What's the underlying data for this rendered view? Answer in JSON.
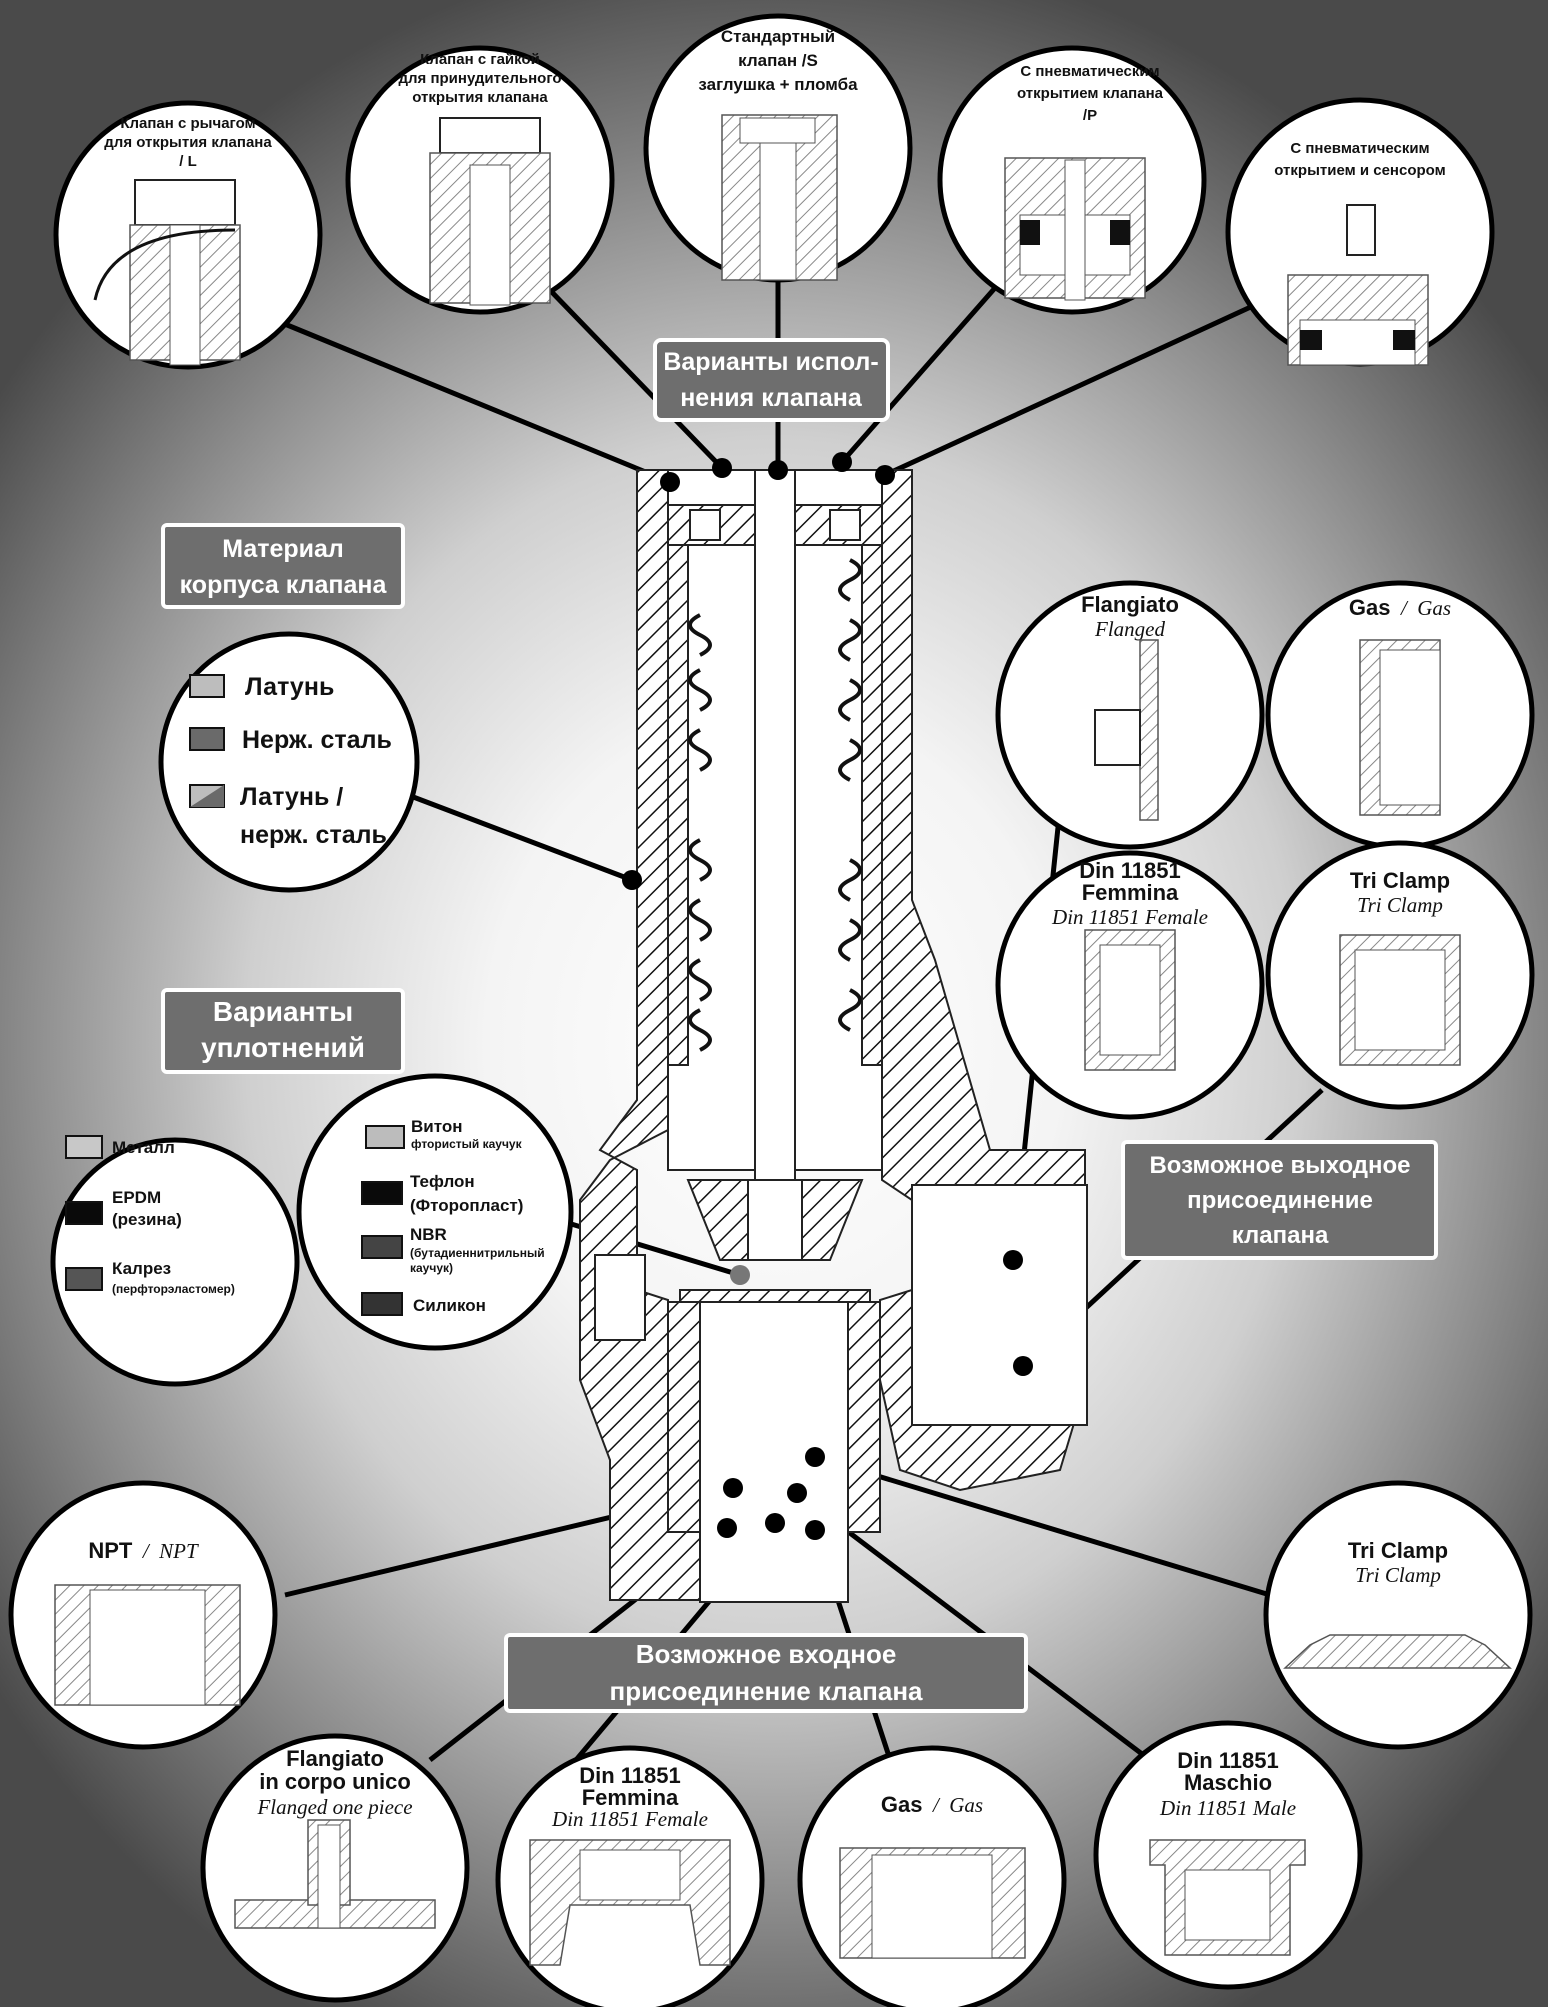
{
  "top_variants": {
    "title": "Варианты испол-\nнения клапана",
    "items": [
      {
        "title": "Клапан с рычагом\nдля открытия клапана\n/ L"
      },
      {
        "title": "Клапан с гайкой\nдля принудительного\nоткрытия клапана"
      },
      {
        "title": "Стандартный\nклапан  /S\nзаглушка + пломба"
      },
      {
        "title": "С пневматическим\nоткрытием клапана\n/P"
      },
      {
        "title": "С пневматическим\nоткрытием и сенсором"
      }
    ]
  },
  "body_material": {
    "title": "Материал\nкорпуса клапана",
    "items": [
      {
        "label": "Латунь",
        "swatch": "#bdbdbd"
      },
      {
        "label": "Нерж. сталь",
        "swatch": "#6a6a6a"
      },
      {
        "label": "Латунь /\nнерж. сталь",
        "swatch": "split"
      }
    ]
  },
  "seals": {
    "title": "Варианты\nуплотнений",
    "left_items": [
      {
        "label": "Металл",
        "swatch": "#c8c8c8"
      },
      {
        "label": "EPDM\n(резина)",
        "swatch": "#0a0a0a"
      },
      {
        "label": "Калрез",
        "note": "(перфторэластомер)",
        "swatch": "#555555"
      }
    ],
    "right_items": [
      {
        "label": "Витон",
        "note": "фтористый каучук",
        "swatch": "#bcbcbc"
      },
      {
        "label": "Тефлон\n(Фторопласт)",
        "swatch": "#0a0a0a"
      },
      {
        "label": "NBR",
        "note": "(бутадиеннитрильный\nкаучук)",
        "swatch": "#444444"
      },
      {
        "label": "Силикон",
        "swatch": "#333333"
      }
    ]
  },
  "outlet": {
    "title": "Возможное выходное\nприсоединение\nклапана",
    "items": [
      {
        "name": "Flangiato",
        "en": "Flanged"
      },
      {
        "name": "Gas",
        "sep": "/",
        "en": "Gas"
      },
      {
        "name": "Din 11851\nFemmina",
        "en": "Din 11851 Female"
      },
      {
        "name": "Tri Clamp",
        "en": "Tri Clamp"
      }
    ]
  },
  "inlet": {
    "title": "Возможное входное\nприсоединение клапана",
    "items": [
      {
        "name": "NPT",
        "sep": "/",
        "en": "NPT"
      },
      {
        "name": "Tri Clamp",
        "en": "Tri Clamp"
      },
      {
        "name": "Flangiato\nin corpo unico",
        "en": "Flanged one piece"
      },
      {
        "name": "Din 11851\nFemmina",
        "en": "Din 11851 Female"
      },
      {
        "name": "Gas",
        "sep": "/",
        "en": "Gas"
      },
      {
        "name": "Din 11851\nMaschio",
        "en": "Din 11851 Male"
      }
    ]
  }
}
